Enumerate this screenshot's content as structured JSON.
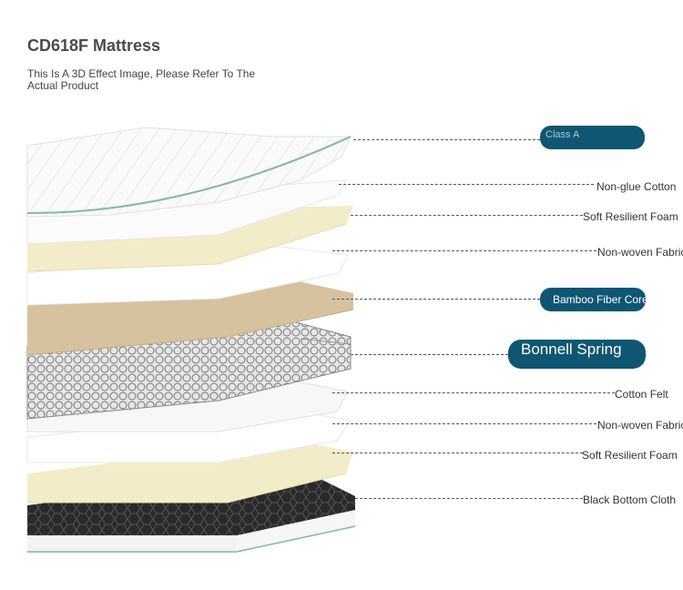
{
  "header": {
    "title": "CD618F Mattress",
    "subtitle": "This Is A 3D Effect Image, Please Refer To The Actual Product"
  },
  "layers": [
    {
      "label": "Class A",
      "style": "pill-small"
    },
    {
      "label": "Non-glue Cotton",
      "style": "text"
    },
    {
      "label": "Soft Resilient Foam",
      "style": "text"
    },
    {
      "label": "Non-woven Fabric",
      "style": "text"
    },
    {
      "label": "Bamboo Fiber Core",
      "style": "pill"
    },
    {
      "label": "Bonnell Spring",
      "style": "pill-big"
    },
    {
      "label": "Cotton Felt",
      "style": "text"
    },
    {
      "label": "Non-woven Fabric",
      "style": "text"
    },
    {
      "label": "Soft Resilient Foam",
      "style": "text"
    },
    {
      "label": "Black Bottom Cloth",
      "style": "text"
    }
  ],
  "colors": {
    "pill": "#0f5673",
    "foam": "#f3ecc8",
    "bamboo": "#d6c29e",
    "accent_green": "#7fb8a6"
  }
}
